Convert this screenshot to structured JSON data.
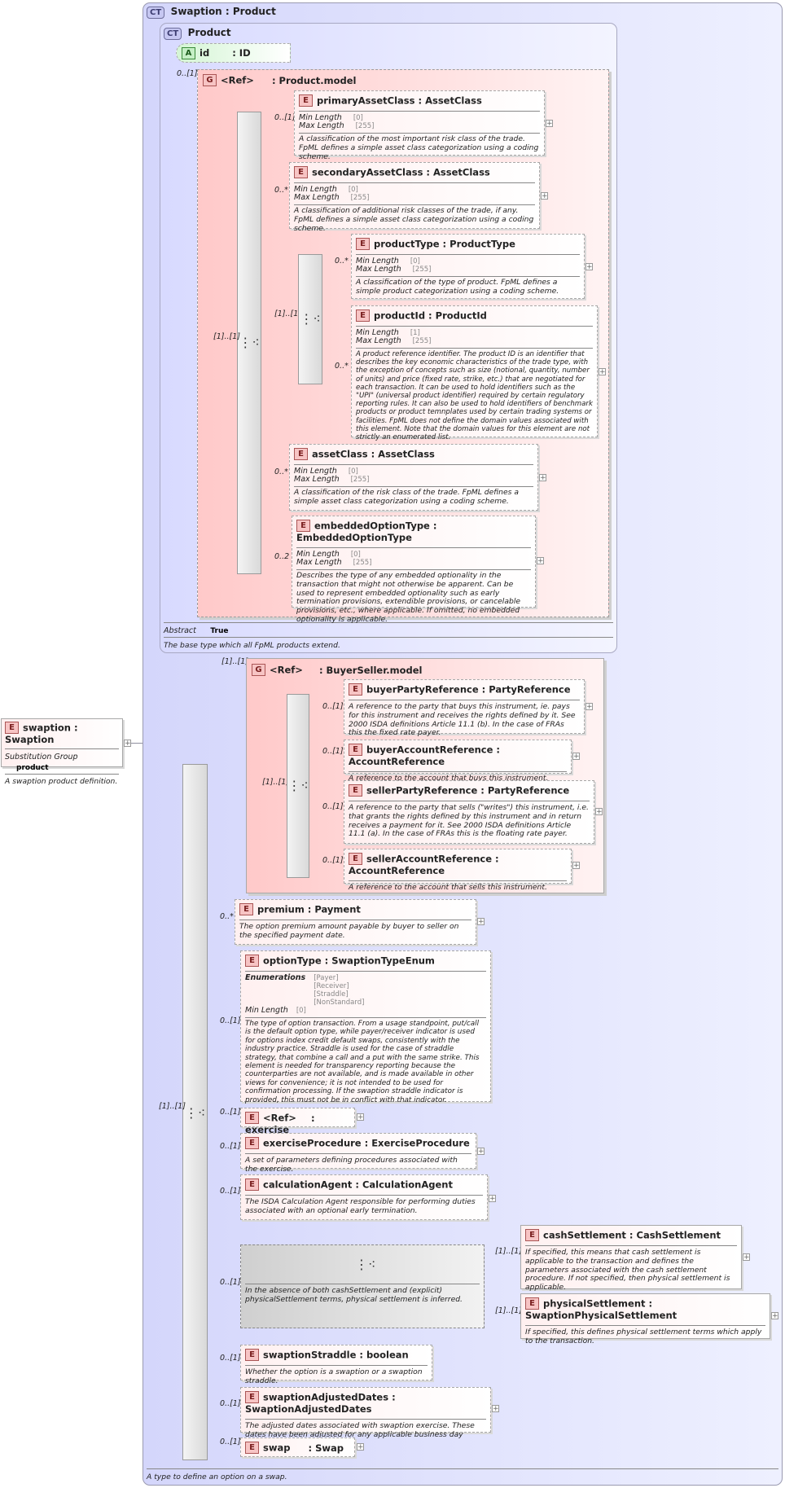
{
  "root": {
    "title": "Swaption : Product",
    "badge": "CT",
    "footer": "A type to define an option on a swap."
  },
  "swaption": {
    "tag": "E",
    "name": "swaption : Swaption",
    "sg_label": "Substitution Group",
    "sg_value": "product",
    "desc": "A swaption product definition."
  },
  "product": {
    "badge": "CT",
    "title": "Product",
    "attr_tag": "A",
    "attr_name": "id",
    "attr_type": ": ID",
    "abstract_label": "Abstract",
    "abstract_value": "True",
    "desc": "The base type which all FpML products extend."
  },
  "product_model": {
    "tag": "G",
    "ref": "<Ref>",
    "name": ": Product.model",
    "card": "0..[1]",
    "seq_card": "[1]..[1]",
    "inner_seq_card": "[1]..[1]"
  },
  "facet_labels": {
    "min": "Min Length",
    "max": "Max Length",
    "enums": "Enumerations"
  },
  "elements": {
    "primaryAssetClass": {
      "card": "0..[1]",
      "name": "primaryAssetClass : AssetClass",
      "min": "[0]",
      "max": "[255]",
      "desc": "A classification of the most important risk class of the trade. FpML defines a simple asset class categorization using a coding scheme."
    },
    "secondaryAssetClass": {
      "card": "0..*",
      "name": "secondaryAssetClass : AssetClass",
      "min": "[0]",
      "max": "[255]",
      "desc": "A classification of additional risk classes of the trade, if any. FpML defines a simple asset class categorization using a coding scheme."
    },
    "productType": {
      "card": "0..*",
      "name": "productType : ProductType",
      "min": "[0]",
      "max": "[255]",
      "desc": "A classification of the type of product. FpML defines a simple product categorization using a coding scheme."
    },
    "productId": {
      "card": "0..*",
      "name": "productId : ProductId",
      "min": "[1]",
      "max": "[255]",
      "desc": "A product reference identifier. The product ID is an identifier that describes the key economic characteristics of the trade type, with the exception of concepts such as size (notional, quantity, number of units) and price (fixed rate, strike, etc.) that are negotiated for each transaction. It can be used to hold identifiers such as the \"UPI\" (universal product identifier) required by certain regulatory reporting rules. It can also be used to hold identifiers of benchmark products or product temnplates used by certain trading systems or facilities. FpML does not define the domain values associated with this element. Note that the domain values for this element are not strictly an enumerated list."
    },
    "assetClass": {
      "card": "0..*",
      "name": "assetClass : AssetClass",
      "min": "[0]",
      "max": "[255]",
      "desc": "A classification of the risk class of the trade. FpML defines a simple asset class categorization using a coding scheme."
    },
    "embeddedOptionType": {
      "card": "0..2",
      "name": "embeddedOptionType : EmbeddedOptionType",
      "min": "[0]",
      "max": "[255]",
      "desc": "Describes the type of any embedded optionality in the transaction that might not otherwise be apparent. Can be used to represent embedded optionality such as early termination provisions, extendible provisions, or cancelable provisions, etc., where applicable. If omitted, no embedded optionality is applicable."
    }
  },
  "buyer_seller": {
    "card": "[1]..[1]",
    "tag": "G",
    "ref": "<Ref>",
    "name": ": BuyerSeller.model",
    "seq_card": "[1]..[1]",
    "items": {
      "buyerPartyReference": {
        "card": "0..[1]",
        "name": "buyerPartyReference : PartyReference",
        "desc": "A reference to the party that buys this instrument, ie. pays for this instrument and receives the rights defined by it. See 2000 ISDA definitions Article 11.1 (b). In the case of FRAs this the fixed rate payer."
      },
      "buyerAccountReference": {
        "card": "0..[1]",
        "name": "buyerAccountReference : AccountReference",
        "desc": "A reference to the account that buys this instrument."
      },
      "sellerPartyReference": {
        "card": "0..[1]",
        "name": "sellerPartyReference : PartyReference",
        "desc": "A reference to the party that sells (\"writes\") this instrument, i.e. that grants the rights defined by this instrument and in return receives a payment for it. See 2000 ISDA definitions Article 11.1 (a). In the case of FRAs this is the floating rate payer."
      },
      "sellerAccountReference": {
        "card": "0..[1]",
        "name": "sellerAccountReference : AccountReference",
        "desc": "A reference to the account that sells this instrument."
      }
    }
  },
  "main_seq_card": "[1]..[1]",
  "members": {
    "premium": {
      "card": "0..*",
      "name": "premium : Payment",
      "desc": "The option premium amount payable by buyer to seller on the specified payment date."
    },
    "optionType": {
      "card": "0..[1]",
      "name": "optionType : SwaptionTypeEnum",
      "enums": [
        "[Payer]",
        "[Receiver]",
        "[Straddle]",
        "[NonStandard]"
      ],
      "min": "[0]",
      "desc": "The type of option transaction. From a usage standpoint, put/call is the default option type, while payer/receiver indicator is used for options index credit default swaps, consistently with the industry practice. Straddle is used for the case of straddle strategy, that combine a call and a put with the same strike. This element is needed for transparency reporting because the counterparties are not available, and is made available in other views for convenience; it is not intended to be used for confirmation processing. If the swaption straddle indicator is provided, this must not be in conflict with that indicator."
    },
    "exercise": {
      "card": "0..[1]",
      "ref": "<Ref>",
      "name": ": exercise"
    },
    "exerciseProcedure": {
      "card": "0..[1]",
      "name": "exerciseProcedure : ExerciseProcedure",
      "desc": "A set of parameters defining procedures associated with the exercise."
    },
    "calculationAgent": {
      "card": "0..[1]",
      "name": "calculationAgent : CalculationAgent",
      "desc": "The ISDA Calculation Agent responsible for performing duties associated with an optional early termination."
    },
    "settlement_choice": {
      "card": "0..[1]",
      "desc": "In the absence of both cashSettlement and (explicit) physicalSettlement terms, physical settlement is inferred."
    },
    "cashSettlement": {
      "card": "[1]..[1]",
      "name": "cashSettlement : CashSettlement",
      "desc": "If specified, this means that cash settlement is applicable to the transaction and defines the parameters associated with the cash settlement procedure. If not specified, then physical settlement is applicable."
    },
    "physicalSettlement": {
      "card": "[1]..[1]",
      "name": "physicalSettlement : SwaptionPhysicalSettlement",
      "desc": "If specified, this defines physical settlement terms which apply to the transaction."
    },
    "swaptionStraddle": {
      "card": "0..[1]",
      "name": "swaptionStraddle : boolean",
      "desc": "Whether the option is a swaption or a swaption straddle."
    },
    "swaptionAdjustedDates": {
      "card": "0..[1]",
      "name": "swaptionAdjustedDates : SwaptionAdjustedDates",
      "desc": "The adjusted dates associated with swaption exercise. These dates have been adjusted for any applicable business day convention."
    },
    "swap": {
      "card": "0..[1]",
      "name": "swap",
      "type": ": Swap"
    }
  }
}
